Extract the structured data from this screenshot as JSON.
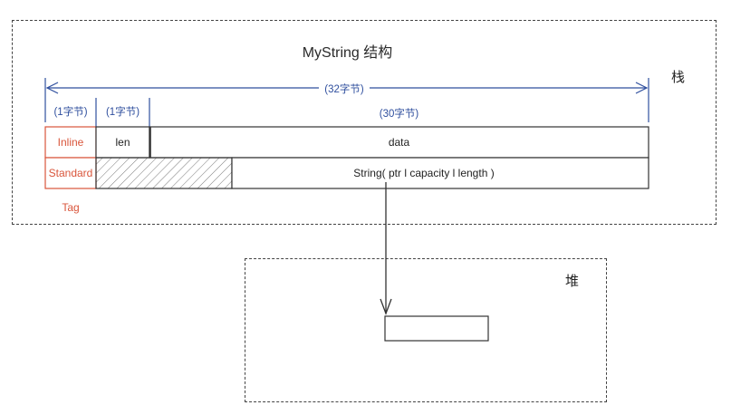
{
  "title": "MyString 结构",
  "regions": {
    "stack": "栈",
    "heap": "堆"
  },
  "sizes": {
    "total": "(32字节)",
    "tag": "(1字节)",
    "len": "(1字节)",
    "data": "(30字节)"
  },
  "rows": {
    "inline": {
      "tag": "Inline",
      "len": "len",
      "data": "data"
    },
    "standard": {
      "tag": "Standard",
      "payload": "String( ptr l capacity l length )"
    }
  },
  "tag_caption": "Tag",
  "colors": {
    "tag_red": "#d9553b",
    "dimension_blue": "#2f4f9e",
    "outline": "#333333"
  }
}
